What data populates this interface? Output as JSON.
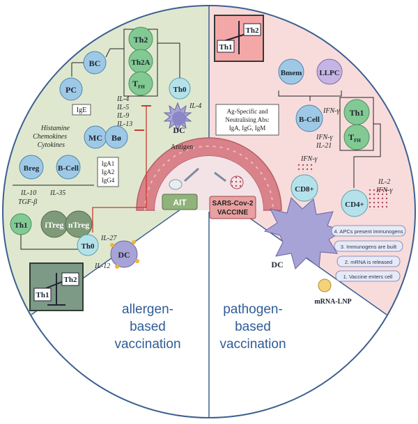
{
  "colors": {
    "left_bg": "#dfe8cf",
    "right_bg": "#f8dcdc",
    "lower_bg": "#ffffff",
    "border": "#3c5f8f",
    "title_blue": "#2f5c97",
    "ait_box": "#8fb37a",
    "vaccine_box": "#e8a0a0",
    "th_cell": "#b5e2ea",
    "treg_cell": "#7f9a78",
    "b_cell": "#9ec9e6",
    "dc_cell": "#a7a3d6",
    "red_line": "#c83a2a"
  },
  "left": {
    "title_line1": "allergen-",
    "title_line2": "based",
    "title_line3": "vaccination",
    "cells": {
      "th2": "Th2",
      "th2a": "Th2A",
      "tfh": "T",
      "tfh_sub": "FH",
      "bc": "BC",
      "pc": "PC",
      "th0_top": "Th0",
      "dc_top": "DC",
      "mc": "MC",
      "bphi": "Bø",
      "breg": "Breg",
      "bcell": "B-Cell",
      "th1": "Th1",
      "itreg": "iTreg",
      "ntreg": "nTreg",
      "th0_bottom": "Th0",
      "dc_bottom": "DC"
    },
    "interleukins": [
      "IL-4",
      "IL-5",
      "IL-9",
      "IL-13"
    ],
    "il4_top": "IL-4",
    "mediators": [
      "Histamine",
      "Chemokines",
      "Cytokines"
    ],
    "ige": "IgE",
    "iga_box": [
      "IgA1",
      "IgA2",
      "IgG4"
    ],
    "breg_cytokines": [
      "IL-10",
      "TGF-β"
    ],
    "il35": "IL-35",
    "il27": "IL-27",
    "il12": "IL-12",
    "antigen": "Antigen",
    "ait": "AIT",
    "scale_th1": "Th1",
    "scale_th2": "Th2"
  },
  "right": {
    "title_line1": "pathogen-",
    "title_line2": "based",
    "title_line3": "vaccination",
    "cells": {
      "bmem": "Bmem",
      "llpc": "LLPC",
      "bcell": "B-Cell",
      "th1": "Th1",
      "tfh": "T",
      "tfh_sub": "FH",
      "cd8": "CD8+",
      "cd4": "CD4+",
      "dc": "DC"
    },
    "abs_box": [
      "Ag-Specific and",
      "Neutralising Abs:",
      "IgA, IgG, IgM"
    ],
    "ifn_g_top": "IFN-γ",
    "ifn_il21": [
      "IFN-γ",
      "IL-21"
    ],
    "ifn_g_cd8": "IFN-γ",
    "cd4_cytokines": [
      "IL-2",
      "IFN-γ"
    ],
    "vaccine": [
      "SARS-Cov-2",
      "VACCINE"
    ],
    "scale_th1": "Th1",
    "scale_th2": "Th2",
    "steps": [
      "4. APCs present immunogens",
      "3. Immunogens are built",
      "2. mRNA is released",
      "1. Vaccine enters cell"
    ],
    "mrna_lnp": "mRNA-LNP"
  }
}
